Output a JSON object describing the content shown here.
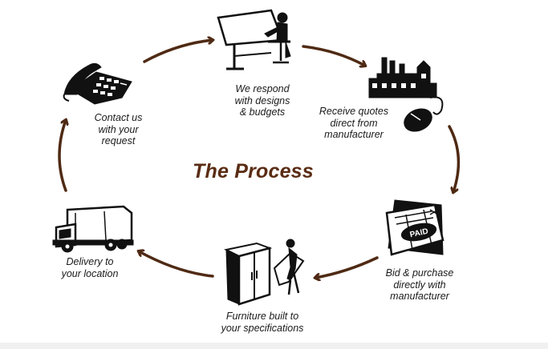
{
  "title": "The Process",
  "steps": [
    {
      "lines": [
        "We respond",
        "with designs",
        "& budgets"
      ],
      "icon": "drafting-table-icon"
    },
    {
      "lines": [
        "Receive quotes",
        "direct from",
        "manufacturer"
      ],
      "icon": "factory-icon"
    },
    {
      "lines": [
        "Bid & purchase",
        "directly with",
        "manufacturer"
      ],
      "icon": "paid-invoice-icon",
      "stamp": "PAID"
    },
    {
      "lines": [
        "Furniture built to",
        "your specifications"
      ],
      "icon": "cabinet-icon"
    },
    {
      "lines": [
        "Delivery to",
        "your location"
      ],
      "icon": "delivery-truck-icon"
    },
    {
      "lines": [
        "Contact us",
        "with your",
        "request"
      ],
      "icon": "telephone-icon"
    }
  ],
  "colors": {
    "arrow": "#4f2a14",
    "title": "#5a2c14",
    "ink": "#111111"
  }
}
